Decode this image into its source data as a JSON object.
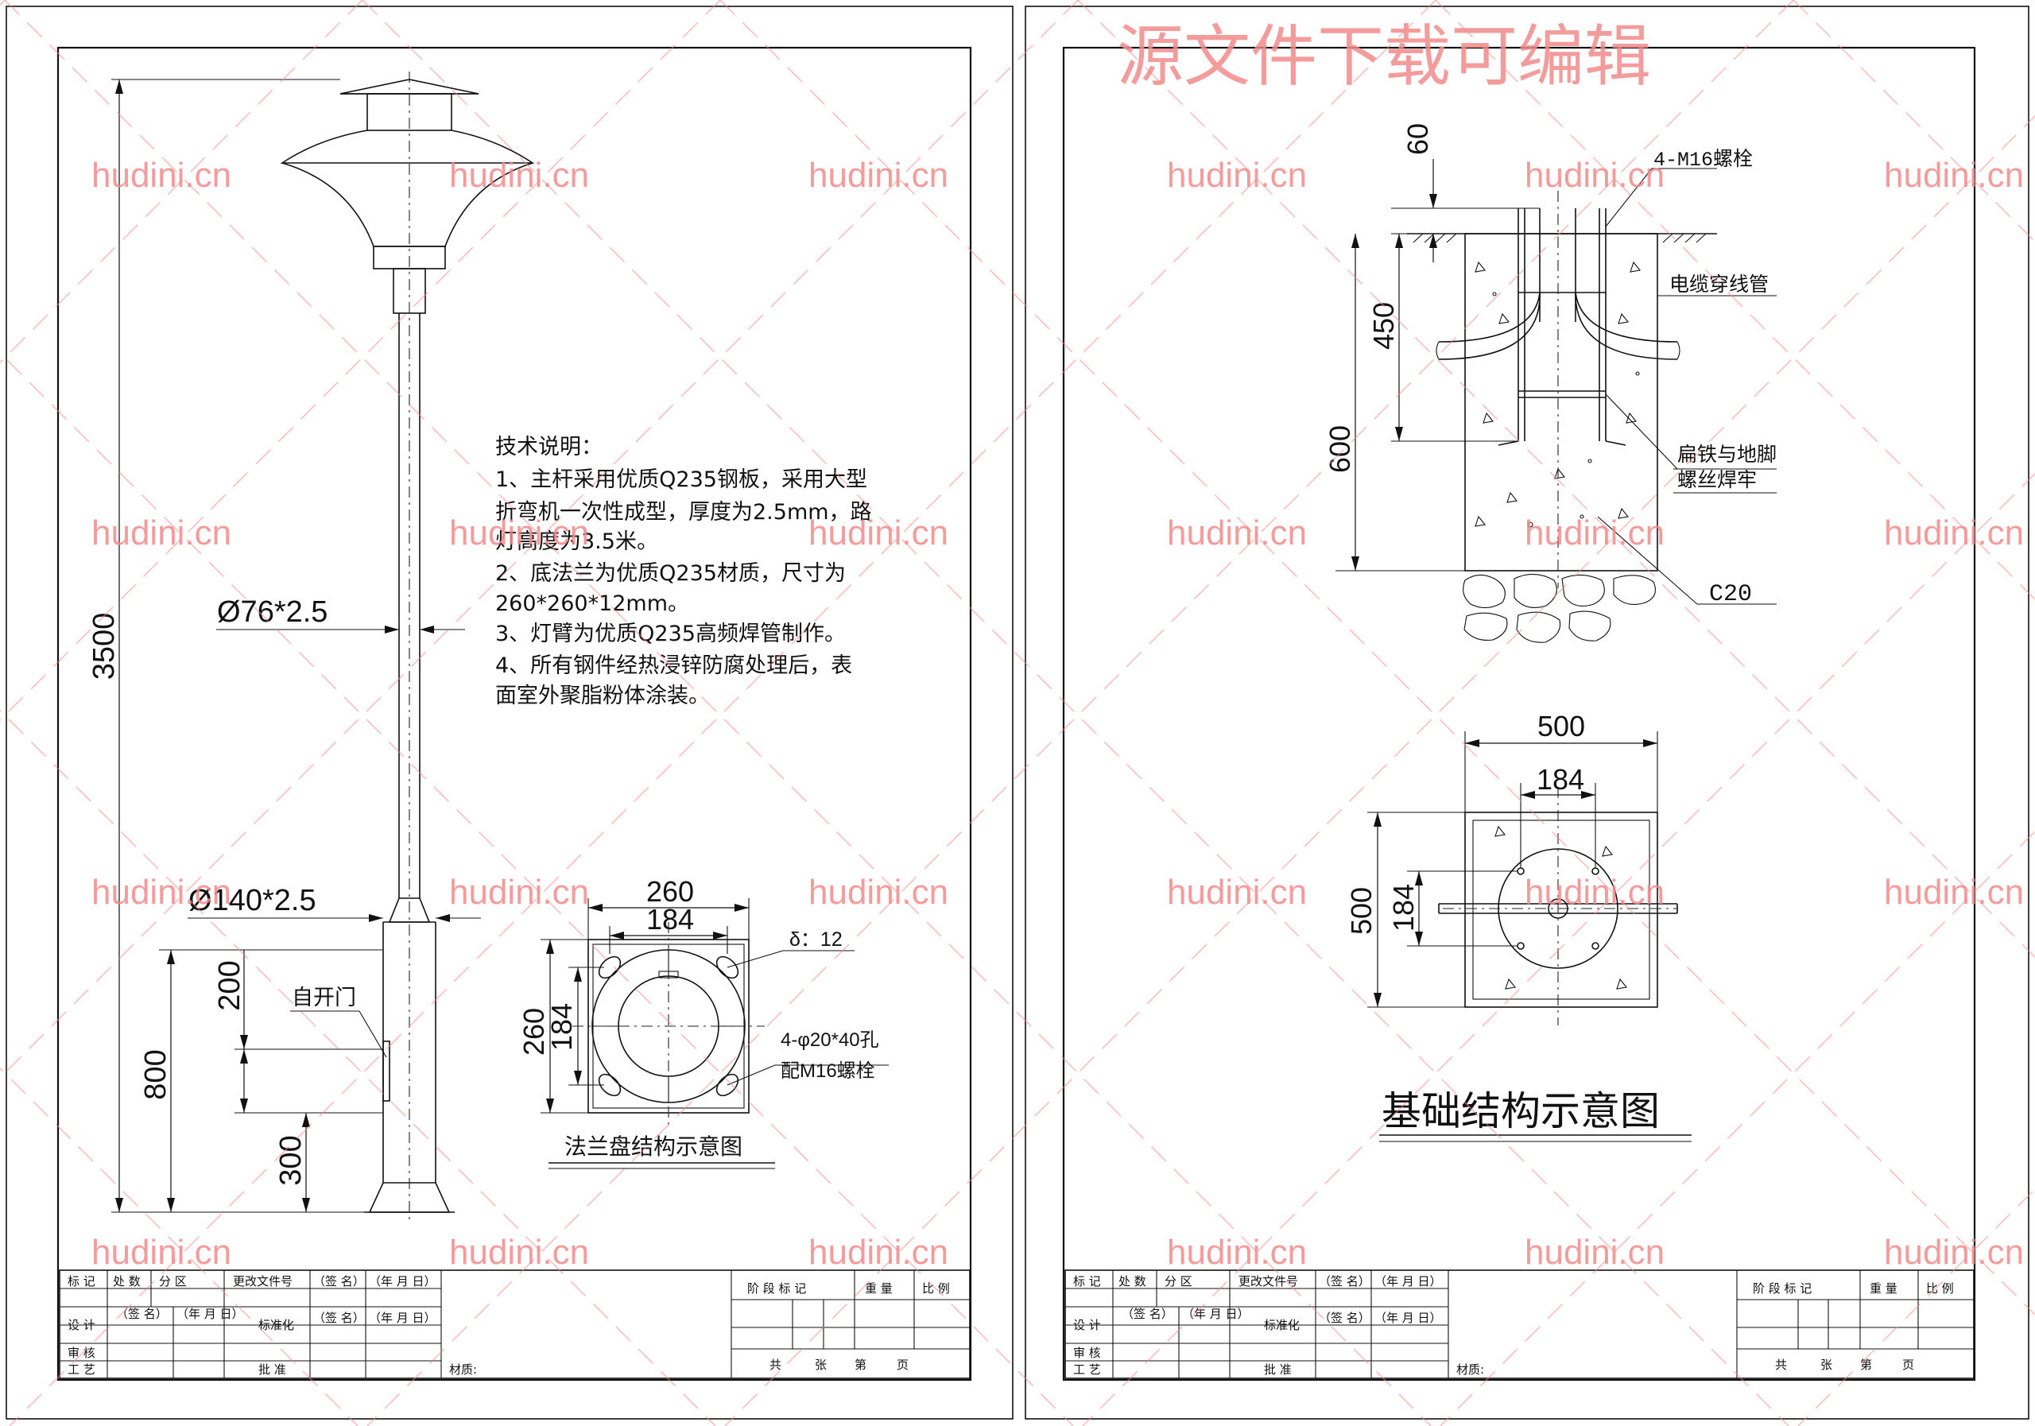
{
  "watermark": {
    "site": "hudini.cn",
    "banner": "源文件下载可编辑",
    "color": "#f28b8b"
  },
  "left_sheet": {
    "overall_height": "3500",
    "pole_upper": "Ø76*2.5",
    "pole_lower": "Ø140*2.5",
    "dim_800": "800",
    "dim_200": "200",
    "dim_300": "300",
    "door_label": "自开门",
    "notes": {
      "title": "技术说明：",
      "lines": [
        "1、主杆采用优质Q235钢板，采用大型",
        "折弯机一次性成型，厚度为2.5mm，路",
        "灯高度为3.5米。",
        "2、底法兰为优质Q235材质，尺寸为",
        "260*260*12mm。",
        "3、灯臂为优质Q235高频焊管制作。",
        "4、所有钢件经热浸锌防腐处理后，表",
        "面室外聚脂粉体涂装。"
      ]
    },
    "flange": {
      "w_outer": "260",
      "w_inner": "184",
      "h_outer": "260",
      "h_inner": "184",
      "thickness": "δ：12",
      "holes": "4-φ20*40孔",
      "bolts": "配M16螺栓",
      "caption": "法兰盘结构示意图"
    }
  },
  "right_sheet": {
    "dim_60": "60",
    "dim_450": "450",
    "dim_600": "600",
    "bolt_label": "4-M16螺栓",
    "cable_label": "电缆穿线管",
    "weld_label_1": "扁铁与地脚",
    "weld_label_2": "螺丝焊牢",
    "concrete": "C20",
    "plan_w_outer": "500",
    "plan_w_inner": "184",
    "plan_h_outer": "500",
    "plan_h_inner": "184",
    "caption": "基础结构示意图"
  },
  "title_block": {
    "mark": "标 记",
    "count": "处 数",
    "zone": "分 区",
    "change_doc": "更改文件号",
    "sign": "（签 名）",
    "date": "（年 月 日）",
    "design": "设 计",
    "standardize": "标准化",
    "review": "审 核",
    "process": "工 艺",
    "approve": "批 准",
    "stage": "阶 段 标 记",
    "weight": "重 量",
    "scale": "比 例",
    "material": "材质:",
    "total": "共",
    "sheets": "张",
    "page": "第",
    "pages": "页"
  }
}
